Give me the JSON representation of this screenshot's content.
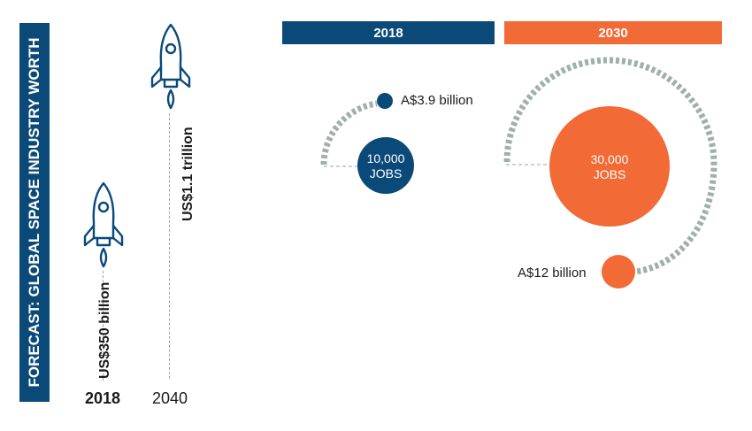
{
  "forecast": {
    "title": "FORECAST: GLOBAL SPACE INDUSTRY WORTH",
    "bars": [
      {
        "year": "2018",
        "value_label": "US$350 billion",
        "value_usd_billion": 350,
        "year_bold": true
      },
      {
        "year": "2040",
        "value_label": "US$1.1 trillion",
        "value_usd_billion": 1100,
        "year_bold": false
      }
    ]
  },
  "australia": {
    "columns": [
      {
        "year": "2018",
        "color": "#0b4a78",
        "jobs_number": "10,000",
        "jobs_unit": "JOBS",
        "money_label": "A$3.9 billion",
        "money_aud_billion": 3.9
      },
      {
        "year": "2030",
        "color": "#f26a35",
        "jobs_number": "30,000",
        "jobs_unit": "JOBS",
        "money_label": "A$12 billion",
        "money_aud_billion": 12
      }
    ]
  },
  "colors": {
    "navy": "#0b4a78",
    "orange": "#f26a35",
    "arc": "#9fb0ab",
    "dash": "#9aa5ad"
  },
  "icons": [
    "rocket-icon"
  ]
}
